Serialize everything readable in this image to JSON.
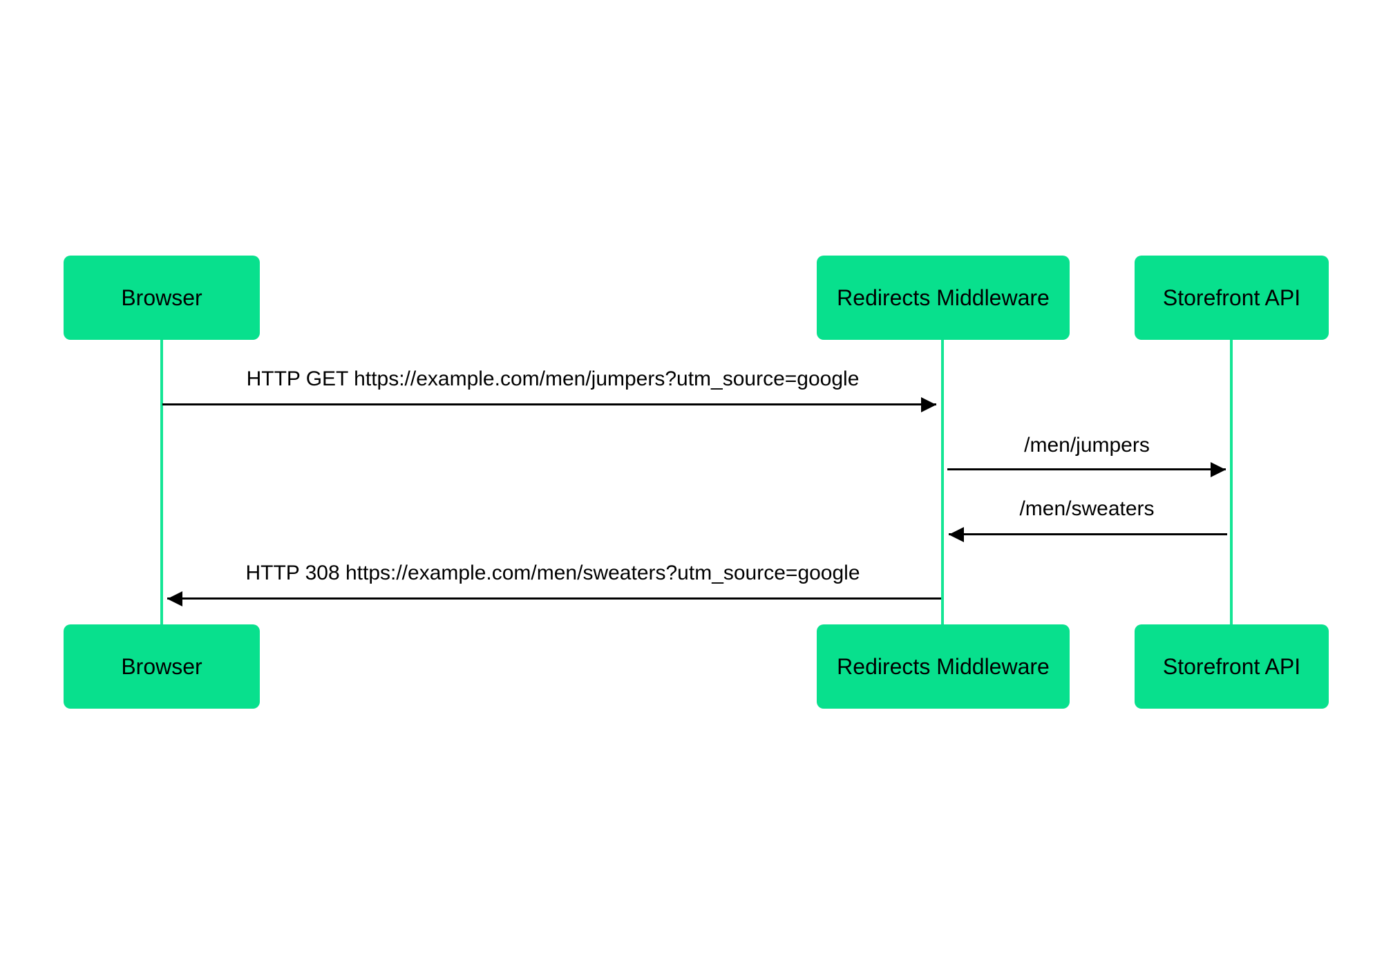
{
  "diagram": {
    "type": "sequence-diagram",
    "colors": {
      "actor_fill": "#08e08d",
      "lifeline": "#14e594",
      "arrow": "#000000",
      "text": "#000000",
      "bg": "#ffffff"
    },
    "actors": [
      {
        "label": "Browser"
      },
      {
        "label": "Redirects Middleware"
      },
      {
        "label": "Storefront API"
      }
    ],
    "messages": [
      {
        "from": "Browser",
        "to": "Redirects Middleware",
        "direction": "right",
        "label": "HTTP GET https://example.com/men/jumpers?utm_source=google"
      },
      {
        "from": "Redirects Middleware",
        "to": "Storefront API",
        "direction": "right",
        "label": "/men/jumpers"
      },
      {
        "from": "Storefront API",
        "to": "Redirects Middleware",
        "direction": "left",
        "label": "/men/sweaters"
      },
      {
        "from": "Redirects Middleware",
        "to": "Browser",
        "direction": "left",
        "label": "HTTP 308 https://example.com/men/sweaters?utm_source=google"
      }
    ]
  }
}
